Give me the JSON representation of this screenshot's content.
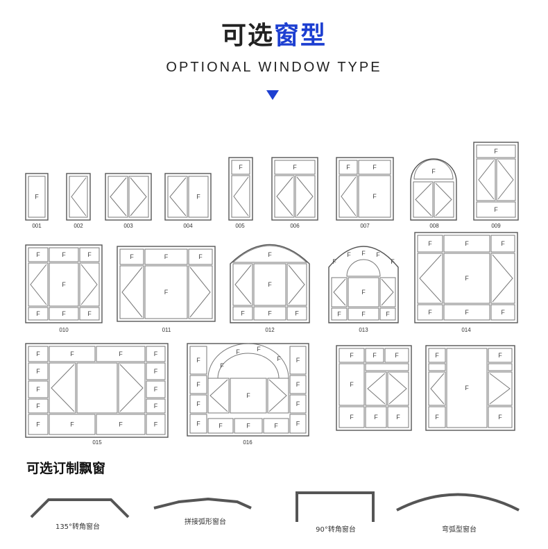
{
  "header": {
    "title_prefix": "可选",
    "title_accent": "窗型",
    "subtitle": "OPTIONAL WINDOW TYPE",
    "accent_color": "#1d3fd1"
  },
  "fixed_label": "F",
  "window_codes": [
    "001",
    "002",
    "003",
    "004",
    "005",
    "006",
    "007",
    "008",
    "009",
    "010",
    "011",
    "012",
    "013",
    "014",
    "015",
    "016"
  ],
  "bay_section": {
    "title": "可选订制飘窗",
    "types": [
      "135°转角窗台",
      "拼接弧形窗台",
      "90°转角窗台",
      "弯弧型窗台"
    ]
  }
}
